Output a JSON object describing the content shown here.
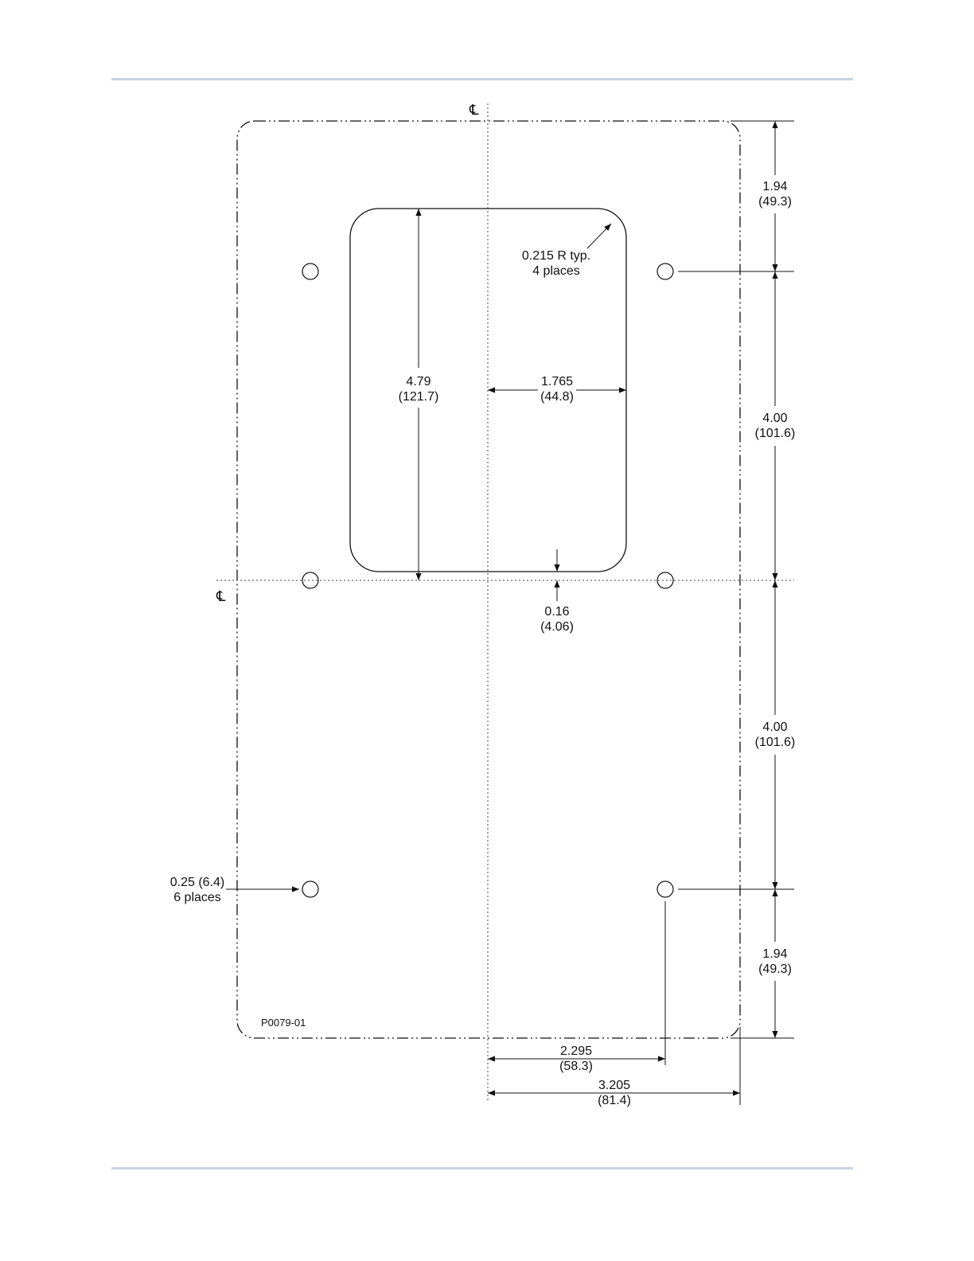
{
  "drawing_id": "P0079-01",
  "centerline_symbol": "℄",
  "callouts": {
    "corner_radius": {
      "line1": "0.215 R typ.",
      "line2": "4 places"
    },
    "holes": {
      "line1": "0.25 (6.4)",
      "line2": "6 places"
    }
  },
  "dimensions": {
    "top_to_hole": {
      "value": "1.94",
      "metric": "(49.3)"
    },
    "hole_to_center": {
      "value": "4.00",
      "metric": "(101.6)"
    },
    "center_to_hole": {
      "value": "4.00",
      "metric": "(101.6)"
    },
    "hole_to_bottom": {
      "value": "1.94",
      "metric": "(49.3)"
    },
    "cutout_height": {
      "value": "4.79",
      "metric": "(121.7)"
    },
    "cutout_half_width": {
      "value": "1.765",
      "metric": "(44.8)"
    },
    "cutout_offset": {
      "value": "0.16",
      "metric": "(4.06)"
    },
    "hole_offset_x": {
      "value": "2.295",
      "metric": "(58.3)"
    },
    "panel_half_width": {
      "value": "3.205",
      "metric": "(81.4)"
    }
  }
}
